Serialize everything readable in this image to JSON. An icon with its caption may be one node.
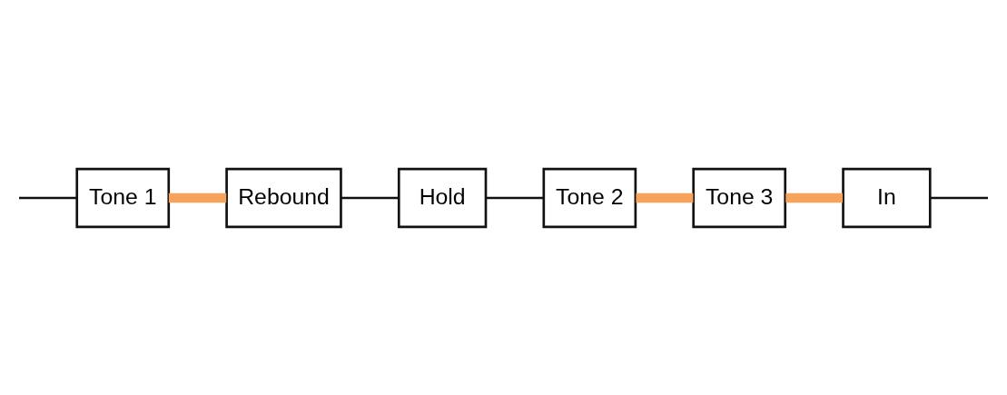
{
  "diagram": {
    "nodes": [
      {
        "text": [
          "Tone 1"
        ]
      },
      {
        "text": [
          "Hold"
        ]
      },
      {
        "text": [
          "Tone 2"
        ]
      },
      {
        "text": [
          "Tone 3"
        ]
      },
      {
        "text": [
          "Rebound"
        ]
      },
      {
        "text": [
          "In"
        ]
      }
    ],
    "edges": [
      {
        "from": null,
        "to": 0,
        "arrow": "none"
      },
      {
        "from": 0,
        "to": 4,
        "arrow": "none",
        "style": "thick",
        "color": "#f7a35c"
      },
      {
        "from": 4,
        "to": 1,
        "arrow": "none"
      },
      {
        "from": 1,
        "to": 2,
        "arrow": "none"
      },
      {
        "from": 2,
        "to": 3,
        "arrow": "none",
        "style": "thick",
        "color": "#f7a35c"
      },
      {
        "from": 3,
        "to": 5,
        "arrow": "none",
        "style": "thick",
        "color": "#f7a35c"
      },
      {
        "from": 5,
        "to": null,
        "arrow": "none"
      }
    ]
  }
}
